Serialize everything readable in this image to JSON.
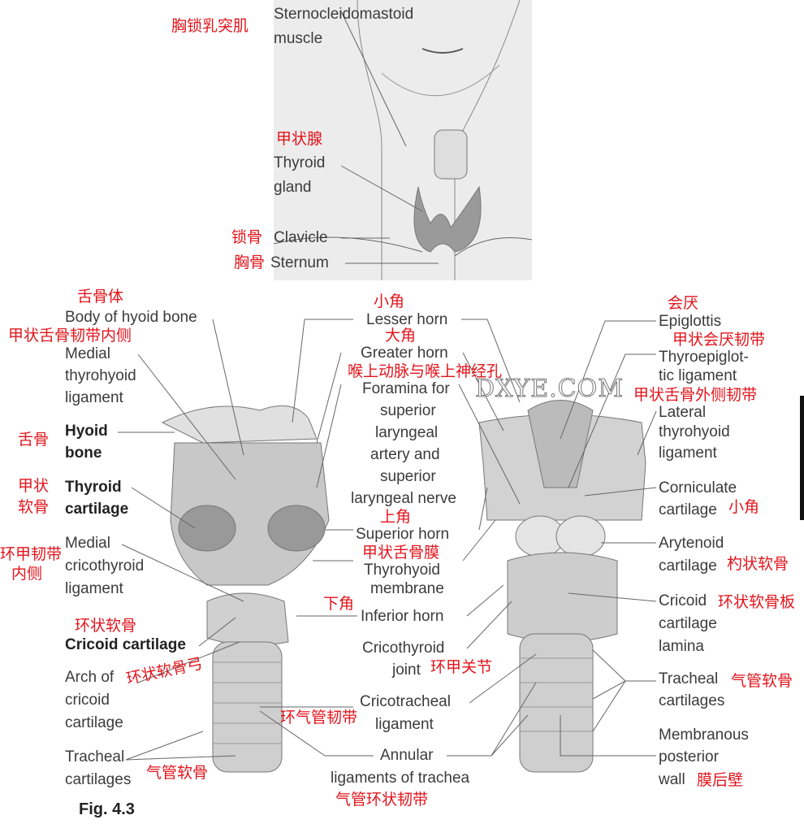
{
  "top": {
    "scm": [
      "Sternocleidomastoid",
      "muscle"
    ],
    "scm_zh": "胸锁乳突肌",
    "thyroid": [
      "Thyroid",
      "gland"
    ],
    "thyroid_zh": "甲状腺",
    "clavicle": "Clavicle",
    "clavicle_zh": "锁骨",
    "sternum": "Sternum",
    "sternum_zh": "胸骨"
  },
  "left": {
    "body_hyoid": "Body of hyoid bone",
    "body_hyoid_zh": "舌骨体",
    "medial_thyrohyoid": [
      "Medial",
      "thyrohyoid",
      "ligament"
    ],
    "medial_thyrohyoid_zh": "甲状舌骨韧带内侧",
    "hyoid": [
      "Hyoid",
      "bone"
    ],
    "hyoid_zh": "舌骨",
    "thyroid_cart": [
      "Thyroid",
      "cartilage"
    ],
    "thyroid_cart_zh": [
      "甲状",
      "软骨"
    ],
    "medial_cricothyroid": [
      "Medial",
      "cricothyroid",
      "ligament"
    ],
    "medial_cricothyroid_zh": [
      "环甲韧带",
      "内侧"
    ],
    "cricoid": "Cricoid cartilage",
    "cricoid_zh": "环状软骨",
    "arch": [
      "Arch of",
      "cricoid",
      "cartilage"
    ],
    "arch_zh": "环状软骨弓",
    "tracheal": [
      "Tracheal",
      "cartilages"
    ],
    "tracheal_zh": "气管软骨"
  },
  "middle": {
    "lesser": "Lesser horn",
    "lesser_zh": "小角",
    "greater": "Greater horn",
    "greater_zh": "大角",
    "foramina": [
      "Foramina for",
      "superior",
      "laryngeal",
      "artery and",
      "superior",
      "laryngeal nerve"
    ],
    "foramina_zh": "喉上动脉与喉上神经孔",
    "superior": "Superior horn",
    "superior_zh": "上角",
    "membrane": [
      "Thyrohyoid",
      "membrane"
    ],
    "membrane_zh": "甲状舌骨膜",
    "inferior": "Inferior horn",
    "inferior_zh": "下角",
    "joint": [
      "Cricothyroid",
      "joint"
    ],
    "joint_zh": "环甲关节",
    "cricotracheal": [
      "Cricotracheal",
      "ligament"
    ],
    "cricotracheal_zh": "环气管韧带",
    "annular": [
      "Annular",
      "ligaments of trachea"
    ],
    "annular_zh": "气管环状韧带"
  },
  "right": {
    "epiglottis": "Epiglottis",
    "epiglottis_zh": "会厌",
    "thyroepi": [
      "Thyroepiglot-",
      "tic ligament"
    ],
    "thyroepi_zh": "甲状会厌韧带",
    "lateral": [
      "Lateral",
      "thyrohyoid",
      "ligament"
    ],
    "lateral_zh": "甲状舌骨外侧韧带",
    "corniculate": [
      "Corniculate",
      "cartilage"
    ],
    "corniculate_zh": "小角",
    "arytenoid": [
      "Arytenoid",
      "cartilage"
    ],
    "arytenoid_zh": "杓状软骨",
    "cricoid": [
      "Cricoid",
      "cartilage",
      "lamina"
    ],
    "cricoid_zh": "环状软骨板",
    "tracheal": [
      "Tracheal",
      "cartilages"
    ],
    "tracheal_zh": "气管软骨",
    "membranous": [
      "Membranous",
      "posterior",
      "wall"
    ],
    "membranous_zh": "膜后壁"
  },
  "watermark": "DXYE.COM",
  "figure_label": "Fig. 4.3"
}
